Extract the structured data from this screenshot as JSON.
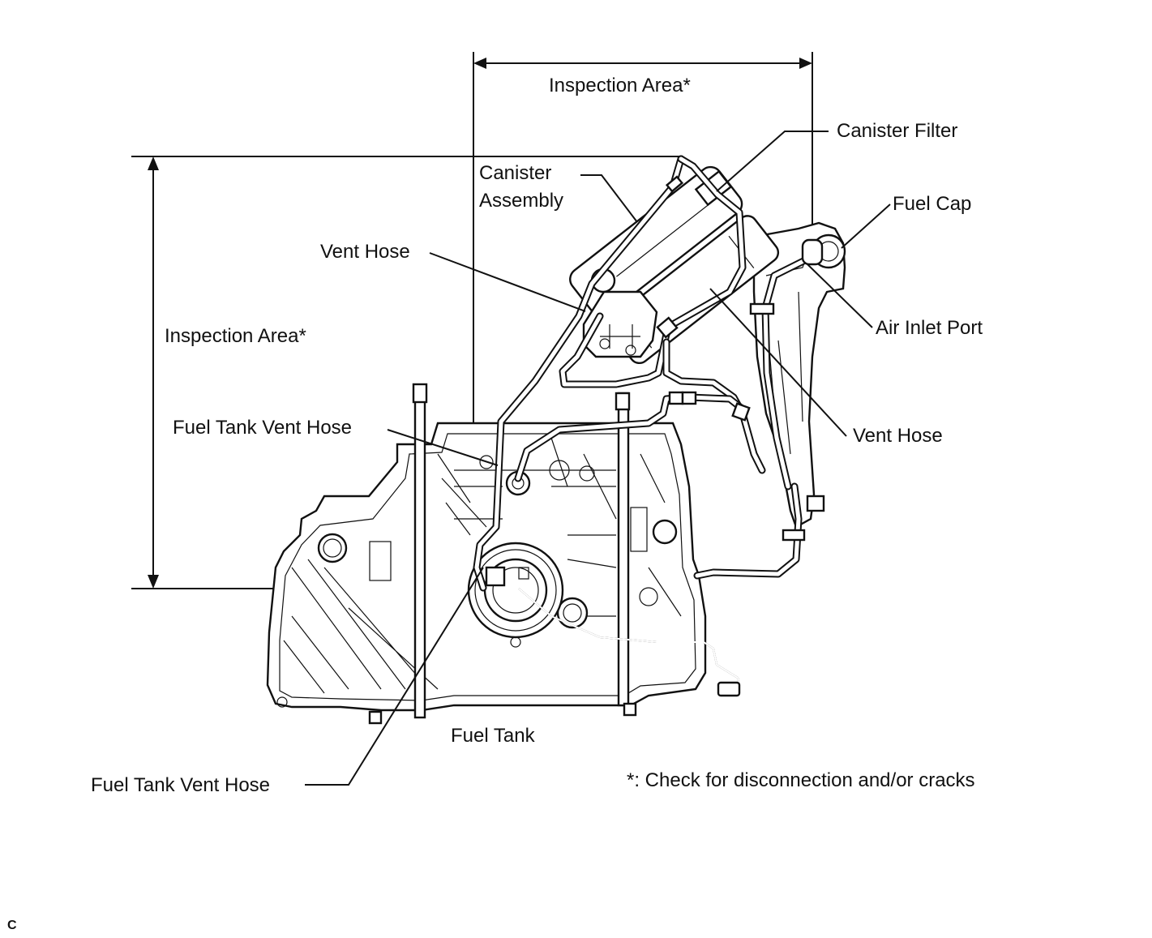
{
  "labels": {
    "inspection_area_top": "Inspection Area*",
    "inspection_area_left": "Inspection Area*",
    "canister_filter": "Canister Filter",
    "canister_assembly_line1": "Canister",
    "canister_assembly_line2": "Assembly",
    "fuel_cap": "Fuel Cap",
    "vent_hose_upper": "Vent Hose",
    "air_inlet_port": "Air Inlet Port",
    "vent_hose_right": "Vent Hose",
    "fuel_tank_vent_hose_upper": "Fuel Tank Vent Hose",
    "fuel_tank": "Fuel Tank",
    "fuel_tank_vent_hose_lower": "Fuel Tank Vent Hose",
    "note": "*: Check for disconnection and/or cracks",
    "corner_mark": "C"
  },
  "colors": {
    "line": "#111111",
    "background": "#ffffff"
  }
}
